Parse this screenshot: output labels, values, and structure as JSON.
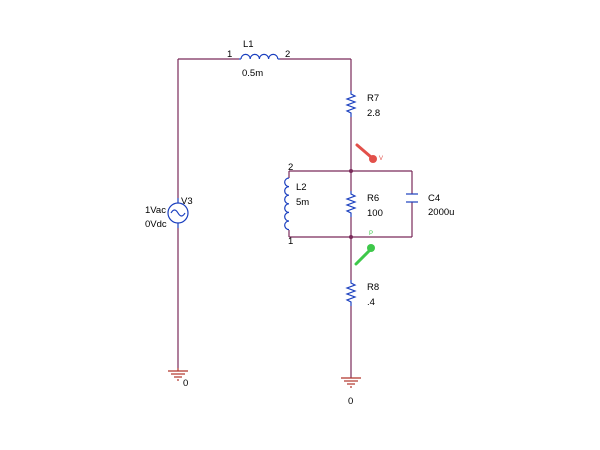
{
  "components": {
    "L1": {
      "ref": "L1",
      "value": "0.5m",
      "pin1": "1",
      "pin2": "2"
    },
    "R7": {
      "ref": "R7",
      "value": "2.8"
    },
    "L2": {
      "ref": "L2",
      "value": "5m",
      "pin1": "1",
      "pin2": "2"
    },
    "R6": {
      "ref": "R6",
      "value": "100"
    },
    "C4": {
      "ref": "C4",
      "value": "2000u"
    },
    "R8": {
      "ref": "R8",
      "value": ".4"
    },
    "V3": {
      "ref": "V3",
      "ac": "1Vac",
      "dc": "0Vdc"
    }
  },
  "grounds": {
    "left": "0",
    "right": "0"
  },
  "probes": {
    "voltage": {
      "tag": "V",
      "color": "#e2504a"
    },
    "power": {
      "tag": "P",
      "color": "#3ec84a"
    }
  },
  "colors": {
    "wire": "#7a2a5a",
    "component": "#1a3fbf",
    "ground": "#b0342a"
  }
}
